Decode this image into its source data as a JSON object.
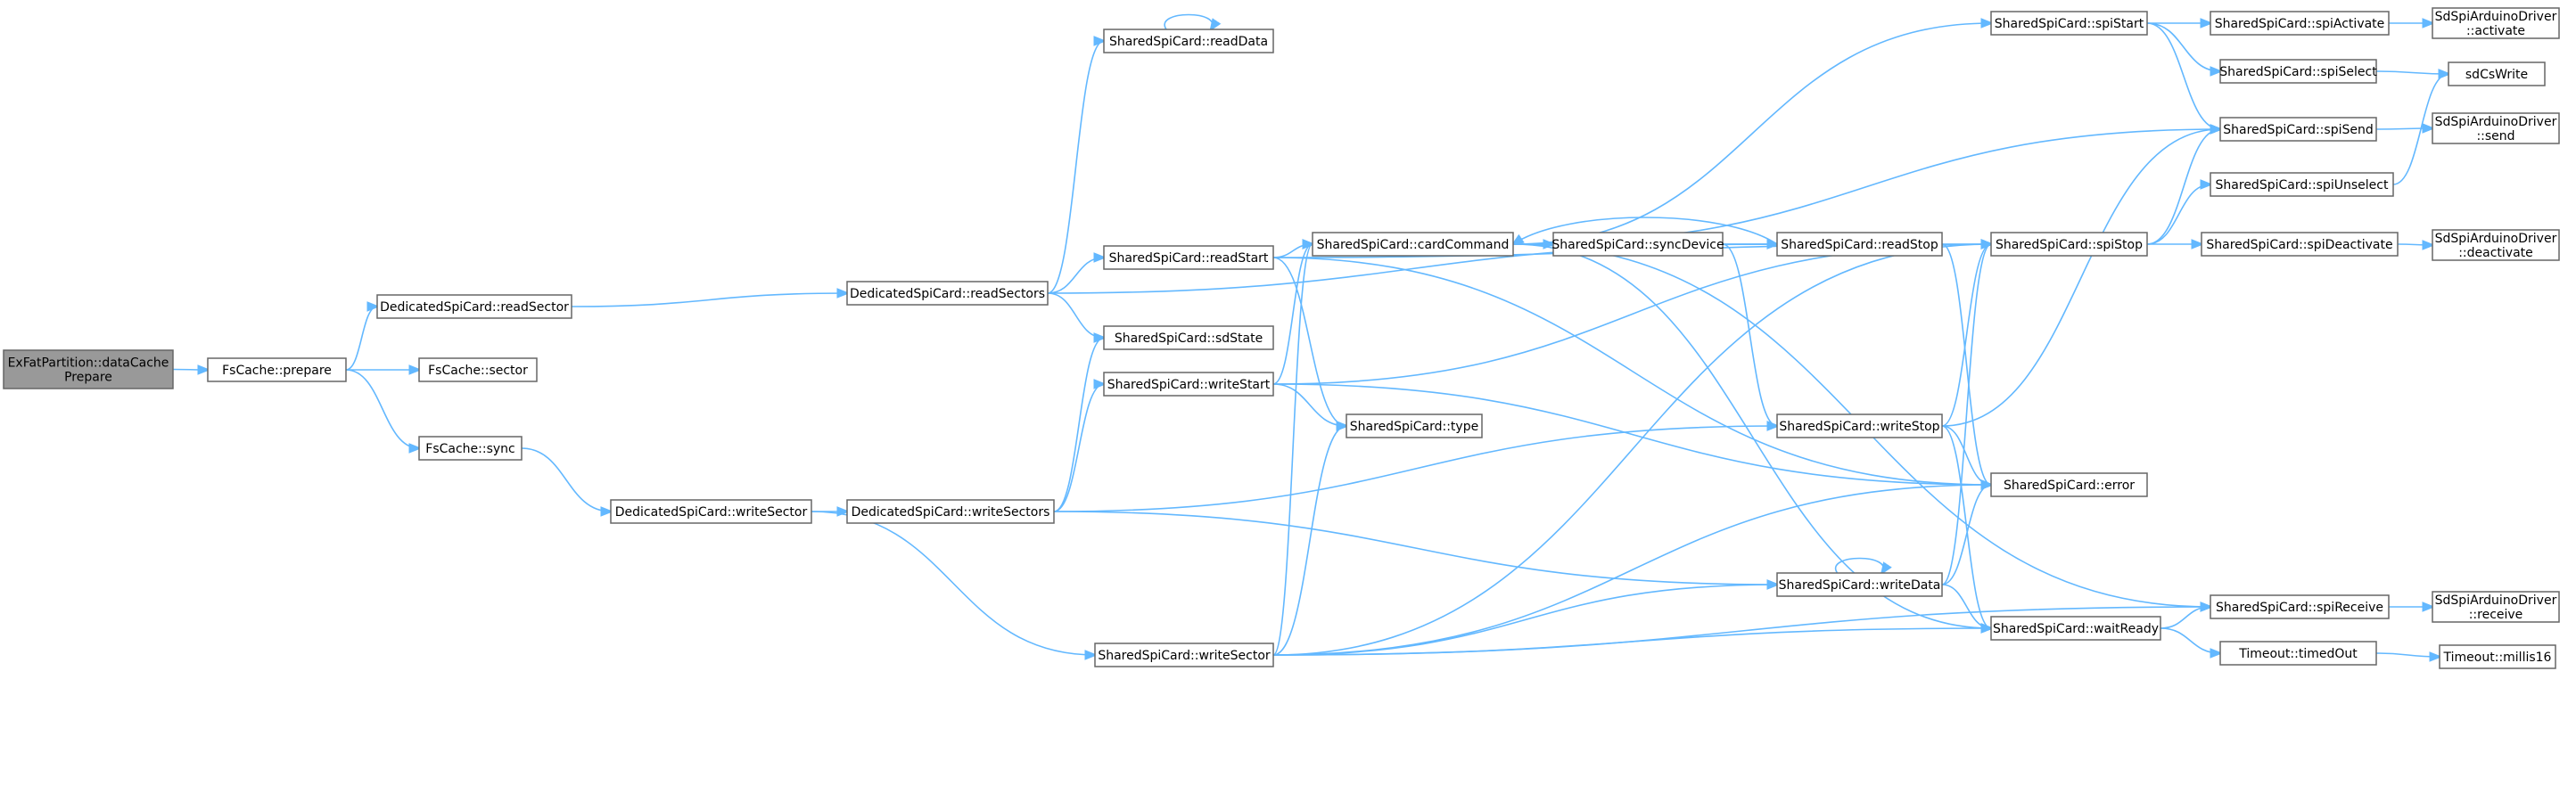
{
  "colors": {
    "edge": "#63b8ff",
    "node_border": "#666666",
    "root_fill": "#999999",
    "node_fill": "#ffffff"
  },
  "nodes": [
    {
      "id": "root",
      "lines": [
        "ExFatPartition::dataCache",
        "Prepare"
      ],
      "root": true
    },
    {
      "id": "prepare",
      "lines": [
        "FsCache::prepare"
      ]
    },
    {
      "id": "dReadSector",
      "lines": [
        "DedicatedSpiCard::readSector"
      ]
    },
    {
      "id": "sector",
      "lines": [
        "FsCache::sector"
      ]
    },
    {
      "id": "sync",
      "lines": [
        "FsCache::sync"
      ]
    },
    {
      "id": "dReadSectors",
      "lines": [
        "DedicatedSpiCard::readSectors"
      ]
    },
    {
      "id": "dWriteSector",
      "lines": [
        "DedicatedSpiCard::writeSector"
      ]
    },
    {
      "id": "dWriteSectors",
      "lines": [
        "DedicatedSpiCard::writeSectors"
      ]
    },
    {
      "id": "readData",
      "lines": [
        "SharedSpiCard::readData"
      ]
    },
    {
      "id": "readStart",
      "lines": [
        "SharedSpiCard::readStart"
      ]
    },
    {
      "id": "sdState",
      "lines": [
        "SharedSpiCard::sdState"
      ]
    },
    {
      "id": "writeStart",
      "lines": [
        "SharedSpiCard::writeStart"
      ]
    },
    {
      "id": "writeSectorS",
      "lines": [
        "SharedSpiCard::writeSector"
      ]
    },
    {
      "id": "cardCommand",
      "lines": [
        "SharedSpiCard::cardCommand"
      ]
    },
    {
      "id": "type",
      "lines": [
        "SharedSpiCard::type"
      ]
    },
    {
      "id": "syncDevice",
      "lines": [
        "SharedSpiCard::syncDevice"
      ]
    },
    {
      "id": "readStop",
      "lines": [
        "SharedSpiCard::readStop"
      ]
    },
    {
      "id": "writeStop",
      "lines": [
        "SharedSpiCard::writeStop"
      ]
    },
    {
      "id": "writeData",
      "lines": [
        "SharedSpiCard::writeData"
      ]
    },
    {
      "id": "spiStart",
      "lines": [
        "SharedSpiCard::spiStart"
      ]
    },
    {
      "id": "spiStop",
      "lines": [
        "SharedSpiCard::spiStop"
      ]
    },
    {
      "id": "error",
      "lines": [
        "SharedSpiCard::error"
      ]
    },
    {
      "id": "waitReady",
      "lines": [
        "SharedSpiCard::waitReady"
      ]
    },
    {
      "id": "spiActivate",
      "lines": [
        "SharedSpiCard::spiActivate"
      ]
    },
    {
      "id": "spiSelect",
      "lines": [
        "SharedSpiCard::spiSelect"
      ]
    },
    {
      "id": "spiSend",
      "lines": [
        "SharedSpiCard::spiSend"
      ]
    },
    {
      "id": "spiUnselect",
      "lines": [
        "SharedSpiCard::spiUnselect"
      ]
    },
    {
      "id": "spiDeactivate",
      "lines": [
        "SharedSpiCard::spiDeactivate"
      ]
    },
    {
      "id": "spiReceive",
      "lines": [
        "SharedSpiCard::spiReceive"
      ]
    },
    {
      "id": "timedOut",
      "lines": [
        "Timeout::timedOut"
      ]
    },
    {
      "id": "sdActivate",
      "lines": [
        "SdSpiArduinoDriver",
        "::activate"
      ]
    },
    {
      "id": "sdCsWrite",
      "lines": [
        "sdCsWrite"
      ]
    },
    {
      "id": "sdSend",
      "lines": [
        "SdSpiArduinoDriver",
        "::send"
      ]
    },
    {
      "id": "sdDeactivate",
      "lines": [
        "SdSpiArduinoDriver",
        "::deactivate"
      ]
    },
    {
      "id": "sdReceive",
      "lines": [
        "SdSpiArduinoDriver",
        "::receive"
      ]
    },
    {
      "id": "millis16",
      "lines": [
        "Timeout::millis16"
      ]
    }
  ],
  "edges": [
    [
      "root",
      "prepare"
    ],
    [
      "prepare",
      "dReadSector"
    ],
    [
      "prepare",
      "sector"
    ],
    [
      "prepare",
      "sync"
    ],
    [
      "dReadSector",
      "dReadSectors"
    ],
    [
      "sync",
      "dWriteSector"
    ],
    [
      "dReadSectors",
      "readData"
    ],
    [
      "dReadSectors",
      "readStart"
    ],
    [
      "dReadSectors",
      "sdState"
    ],
    [
      "dReadSectors",
      "readStop"
    ],
    [
      "dWriteSector",
      "dWriteSectors"
    ],
    [
      "dWriteSector",
      "writeSectorS"
    ],
    [
      "dWriteSectors",
      "sdState"
    ],
    [
      "dWriteSectors",
      "writeStart"
    ],
    [
      "dWriteSectors",
      "writeStop"
    ],
    [
      "dWriteSectors",
      "writeData"
    ],
    [
      "readData",
      "readData"
    ],
    [
      "readStart",
      "cardCommand"
    ],
    [
      "readStart",
      "type"
    ],
    [
      "readStart",
      "spiStop"
    ],
    [
      "readStart",
      "error"
    ],
    [
      "writeStart",
      "cardCommand"
    ],
    [
      "writeStart",
      "type"
    ],
    [
      "writeStart",
      "spiStop"
    ],
    [
      "writeStart",
      "error"
    ],
    [
      "writeSectorS",
      "cardCommand"
    ],
    [
      "writeSectorS",
      "type"
    ],
    [
      "writeSectorS",
      "writeData"
    ],
    [
      "writeSectorS",
      "spiStop"
    ],
    [
      "writeSectorS",
      "error"
    ],
    [
      "writeSectorS",
      "waitReady"
    ],
    [
      "writeSectorS",
      "spiReceive"
    ],
    [
      "cardCommand",
      "spiStart"
    ],
    [
      "cardCommand",
      "syncDevice"
    ],
    [
      "cardCommand",
      "readStop"
    ],
    [
      "cardCommand",
      "spiSend"
    ],
    [
      "cardCommand",
      "spiReceive"
    ],
    [
      "cardCommand",
      "waitReady"
    ],
    [
      "syncDevice",
      "readStop"
    ],
    [
      "syncDevice",
      "writeStop"
    ],
    [
      "readStop",
      "cardCommand"
    ],
    [
      "readStop",
      "spiStop"
    ],
    [
      "readStop",
      "error"
    ],
    [
      "writeStop",
      "spiStop"
    ],
    [
      "writeStop",
      "error"
    ],
    [
      "writeStop",
      "waitReady"
    ],
    [
      "writeStop",
      "spiSend"
    ],
    [
      "writeData",
      "writeData"
    ],
    [
      "writeData",
      "spiStop"
    ],
    [
      "writeData",
      "error"
    ],
    [
      "writeData",
      "waitReady"
    ],
    [
      "spiStart",
      "spiActivate"
    ],
    [
      "spiStart",
      "spiSelect"
    ],
    [
      "spiStart",
      "spiSend"
    ],
    [
      "spiStop",
      "spiSend"
    ],
    [
      "spiStop",
      "spiUnselect"
    ],
    [
      "spiStop",
      "spiDeactivate"
    ],
    [
      "waitReady",
      "spiReceive"
    ],
    [
      "waitReady",
      "timedOut"
    ],
    [
      "spiActivate",
      "sdActivate"
    ],
    [
      "spiSelect",
      "sdCsWrite"
    ],
    [
      "spiSend",
      "sdSend"
    ],
    [
      "spiUnselect",
      "sdCsWrite"
    ],
    [
      "spiDeactivate",
      "sdDeactivate"
    ],
    [
      "spiReceive",
      "sdReceive"
    ],
    [
      "timedOut",
      "millis16"
    ]
  ]
}
